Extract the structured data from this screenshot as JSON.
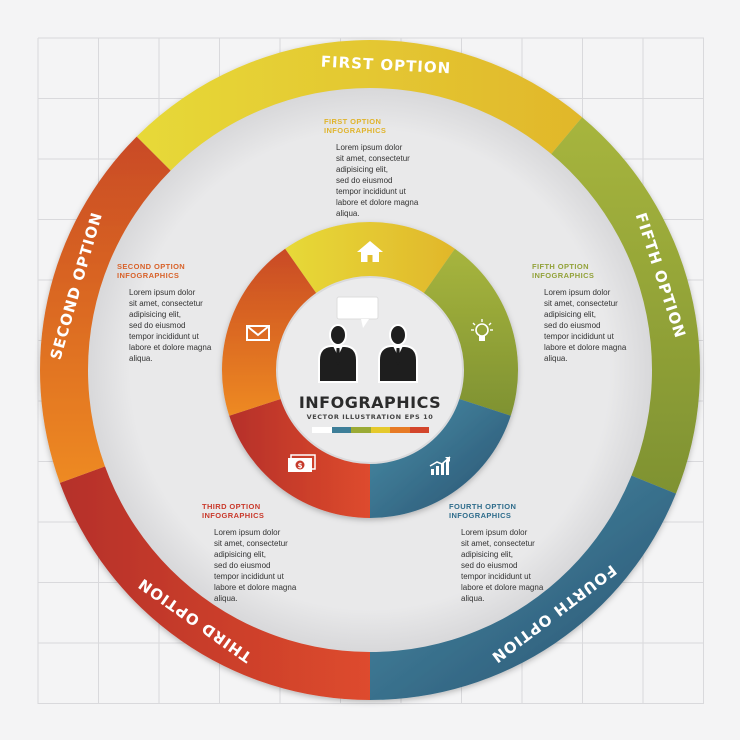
{
  "center": {
    "title": "INFOGRAPHICS",
    "subtitle": "VECTOR ILLUSTRATION EPS 10",
    "strip_colors": [
      "#ffffff",
      "#3d7e98",
      "#9aaa35",
      "#e5c92c",
      "#e77a25",
      "#d3452b"
    ]
  },
  "options": [
    {
      "ring_label": "FIRST OPTION",
      "heading": "FIRST OPTION",
      "subheading": "INFOGRAPHICS",
      "body": "Lorem ipsum dolor\nsit amet, consectetur\nadipisicing elit,\nsed do eiusmod\ntempor incididunt ut\nlabore et dolore magna\naliqua.",
      "color": "#e6c52f",
      "icon": "home-icon"
    },
    {
      "ring_label": "SECOND OPTION",
      "heading": "SECOND OPTION",
      "subheading": "INFOGRAPHICS",
      "body": "Lorem ipsum dolor\nsit amet, consectetur\nadipisicing elit,\nsed do eiusmod\ntempor incididunt ut\nlabore et dolore magna\naliqua.",
      "color": "#dc6a24",
      "icon": "envelope-icon"
    },
    {
      "ring_label": "THIRD OPTION",
      "heading": "THIRD OPTION",
      "subheading": "INFOGRAPHICS",
      "body": "Lorem ipsum dolor\nsit amet, consectetur\nadipisicing elit,\nsed do eiusmod\ntempor incididunt ut\nlabore et dolore magna\naliqua.",
      "color": "#c8392a",
      "icon": "money-icon"
    },
    {
      "ring_label": "FOURTH OPTION",
      "heading": "FOURTH OPTION",
      "subheading": "INFOGRAPHICS",
      "body": "Lorem ipsum dolor\nsit amet, consectetur\nadipisicing elit,\nsed do eiusmod\ntempor incididunt ut\nlabore et dolore magna\naliqua.",
      "color": "#2f6d8c",
      "icon": "bar-chart-icon"
    },
    {
      "ring_label": "FIFTH OPTION",
      "heading": "FIFTH OPTION",
      "subheading": "INFOGRAPHICS",
      "body": "Lorem ipsum dolor\nsit amet, consectetur\nadipisicing elit,\nsed do eiusmod\ntempor incididunt ut\nlabore et dolore magna\naliqua.",
      "color": "#93a23a",
      "icon": "lightbulb-icon"
    }
  ],
  "figures": [
    "businessman-icon",
    "businessman-icon",
    "speech-bubble-icon"
  ]
}
